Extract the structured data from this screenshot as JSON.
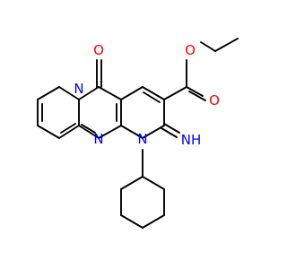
{
  "molecule": {
    "atoms": {
      "carbonyl_oxygen": {
        "symbol": "O",
        "color": "#ff0000"
      },
      "pyrido_nitrogen": {
        "symbol": "N",
        "color": "#0000ff"
      },
      "ring_nitrogen_lower": {
        "symbol": "N",
        "color": "#0000ff"
      },
      "ring_nitrogen_amine": {
        "symbol": "N",
        "color": "#0000ff"
      },
      "imine_group": {
        "symbol": "NH",
        "color": "#0000ff"
      },
      "ester_oxygen_single": {
        "symbol": "O",
        "color": "#ff0000"
      },
      "ester_oxygen_double": {
        "symbol": "O",
        "color": "#ff0000"
      }
    },
    "bond_color": "#000000"
  }
}
